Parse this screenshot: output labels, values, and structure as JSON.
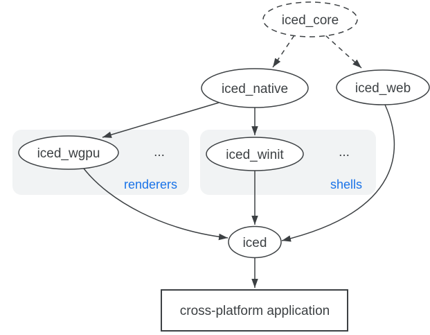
{
  "diagram": {
    "nodes": {
      "iced_core": {
        "label": "iced_core",
        "shape": "dashed-ellipse"
      },
      "iced_native": {
        "label": "iced_native",
        "shape": "ellipse"
      },
      "iced_web": {
        "label": "iced_web",
        "shape": "ellipse"
      },
      "iced_wgpu": {
        "label": "iced_wgpu",
        "shape": "ellipse"
      },
      "iced_winit": {
        "label": "iced_winit",
        "shape": "ellipse"
      },
      "iced": {
        "label": "iced",
        "shape": "ellipse"
      },
      "app": {
        "label": "cross-platform application",
        "shape": "rect"
      }
    },
    "groups": {
      "renderers": {
        "label": "renderers",
        "ellipsis": "..."
      },
      "shells": {
        "label": "shells",
        "ellipsis": "..."
      }
    },
    "edges": [
      {
        "from": "iced_core",
        "to": "iced_native",
        "style": "dashed"
      },
      {
        "from": "iced_core",
        "to": "iced_web",
        "style": "dashed"
      },
      {
        "from": "iced_native",
        "to": "iced_wgpu",
        "style": "solid"
      },
      {
        "from": "iced_native",
        "to": "iced_winit",
        "style": "solid"
      },
      {
        "from": "iced_wgpu",
        "to": "iced",
        "style": "solid"
      },
      {
        "from": "iced_winit",
        "to": "iced",
        "style": "solid"
      },
      {
        "from": "iced_web",
        "to": "iced",
        "style": "solid"
      },
      {
        "from": "iced",
        "to": "app",
        "style": "solid"
      }
    ],
    "colors": {
      "line": "#3c4043",
      "text": "#3c4043",
      "group_label": "#1a73e8",
      "group_background": "#f1f3f4",
      "node_fill": "#ffffff",
      "background": "#ffffff"
    }
  }
}
